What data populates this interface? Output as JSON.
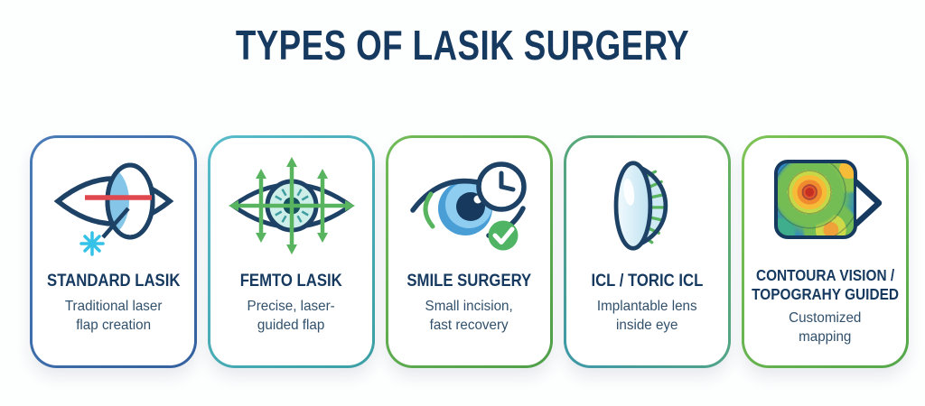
{
  "header": {
    "title": "TYPES OF LASIK SURGERY"
  },
  "palette": {
    "navy": "#16395f",
    "body_text": "#31506b",
    "card1_accent": "#3f6fae",
    "card2_accent": "#47aab6",
    "card3_accent": "#5fb14e",
    "card4_accent": "#3d98a8",
    "card5_accent": "#6ab74f",
    "laser_red": "#e0484f",
    "laser_cyan": "#35c2e8",
    "arrow_green": "#58b45e",
    "iris_blue": "#8ecdf0"
  },
  "cards": [
    {
      "icon": "eye-laser-flap-icon",
      "title_lines": [
        "STANDARD LASIK"
      ],
      "desc_lines": [
        "Traditional laser",
        "flap creation"
      ]
    },
    {
      "icon": "eye-grid-arrows-icon",
      "title_lines": [
        "FEMTO LASIK"
      ],
      "desc_lines": [
        "Precise, laser-",
        "guided flap"
      ]
    },
    {
      "icon": "eye-clock-check-icon",
      "title_lines": [
        "SMILE SURGERY"
      ],
      "desc_lines": [
        "Small incision,",
        "fast recovery"
      ]
    },
    {
      "icon": "implantable-lens-icon",
      "title_lines": [
        "ICL / TORIC ICL"
      ],
      "desc_lines": [
        "Implantable lens",
        "inside eye"
      ]
    },
    {
      "icon": "topography-map-icon",
      "title_lines": [
        "CONTOURA VISION /",
        "TOPOGRAHY GUIDED"
      ],
      "desc_lines": [
        "Customized",
        "mapping"
      ]
    }
  ]
}
